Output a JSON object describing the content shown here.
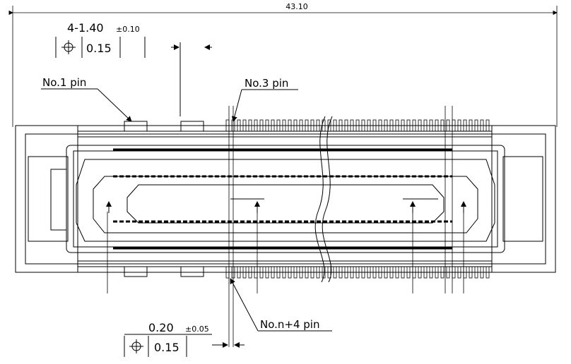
{
  "dimensions": {
    "overall_width": "43.10",
    "hole_spec": "4-1.40",
    "hole_tolerance": "±0.10",
    "pin_pitch": "0.20",
    "pin_tolerance": "±0.05"
  },
  "tolerance_frames": {
    "upper_value": "0.15",
    "lower_value": "0.15"
  },
  "callouts": {
    "pin1": "No.1 pin",
    "pin3": "No.3 pin",
    "pin_n4": "No.n+4 pin"
  }
}
